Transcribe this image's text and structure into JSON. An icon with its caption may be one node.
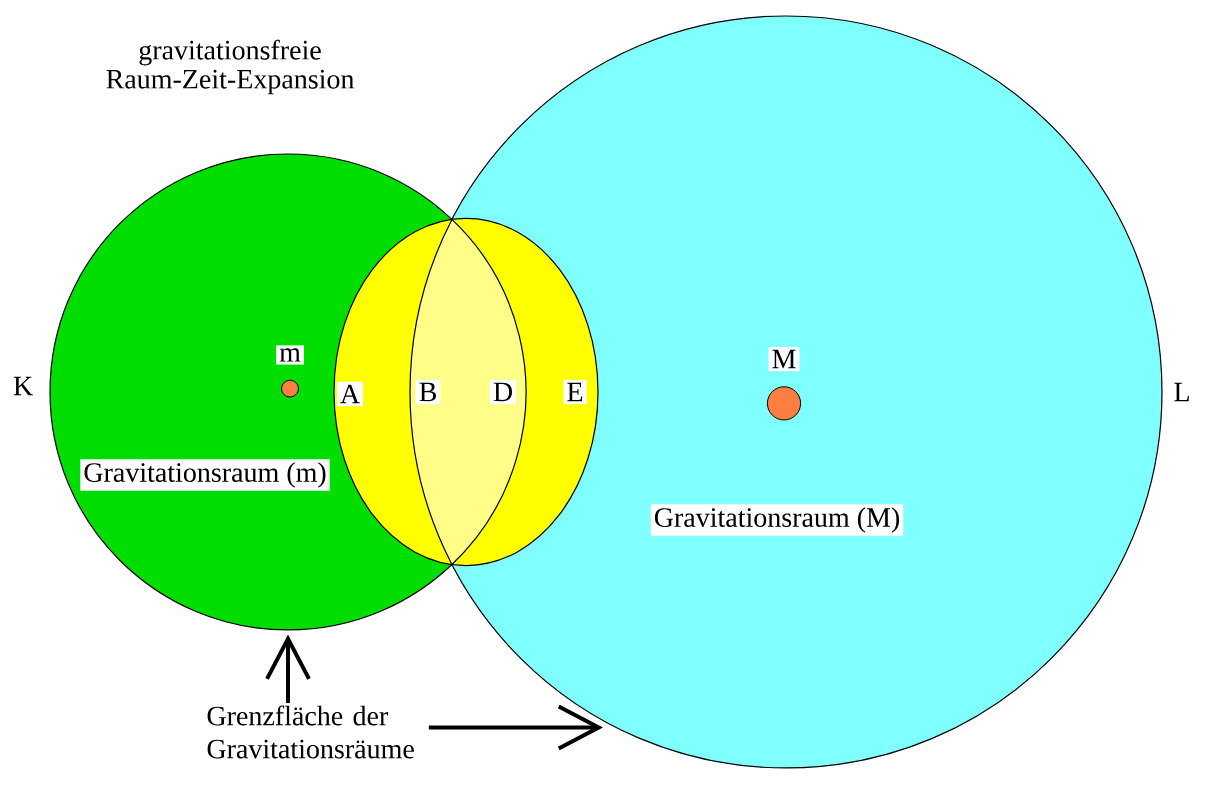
{
  "diagram": {
    "nodes": [
      {
        "text": [
          "Gravitationsraum (m)"
        ],
        "beside": [
          "K"
        ]
      },
      {
        "text": [],
        "shape": "ellipse"
      },
      {
        "text": [],
        "shape": "lens"
      },
      {
        "text": [
          "Gravitationsraum (M)"
        ],
        "beside": [
          "L"
        ]
      },
      {
        "text": [
          "Grenzfläche der Gravitationsräume"
        ]
      }
    ],
    "edges": [
      {
        "from": 4,
        "to": 0,
        "arrow": "to"
      },
      {
        "from": 4,
        "to": 3,
        "arrow": "to"
      }
    ],
    "labels": [
      "gravitationsfreie Raum-Zeit-Expansion",
      "m",
      "M",
      "A",
      "B",
      "D",
      "E"
    ]
  }
}
